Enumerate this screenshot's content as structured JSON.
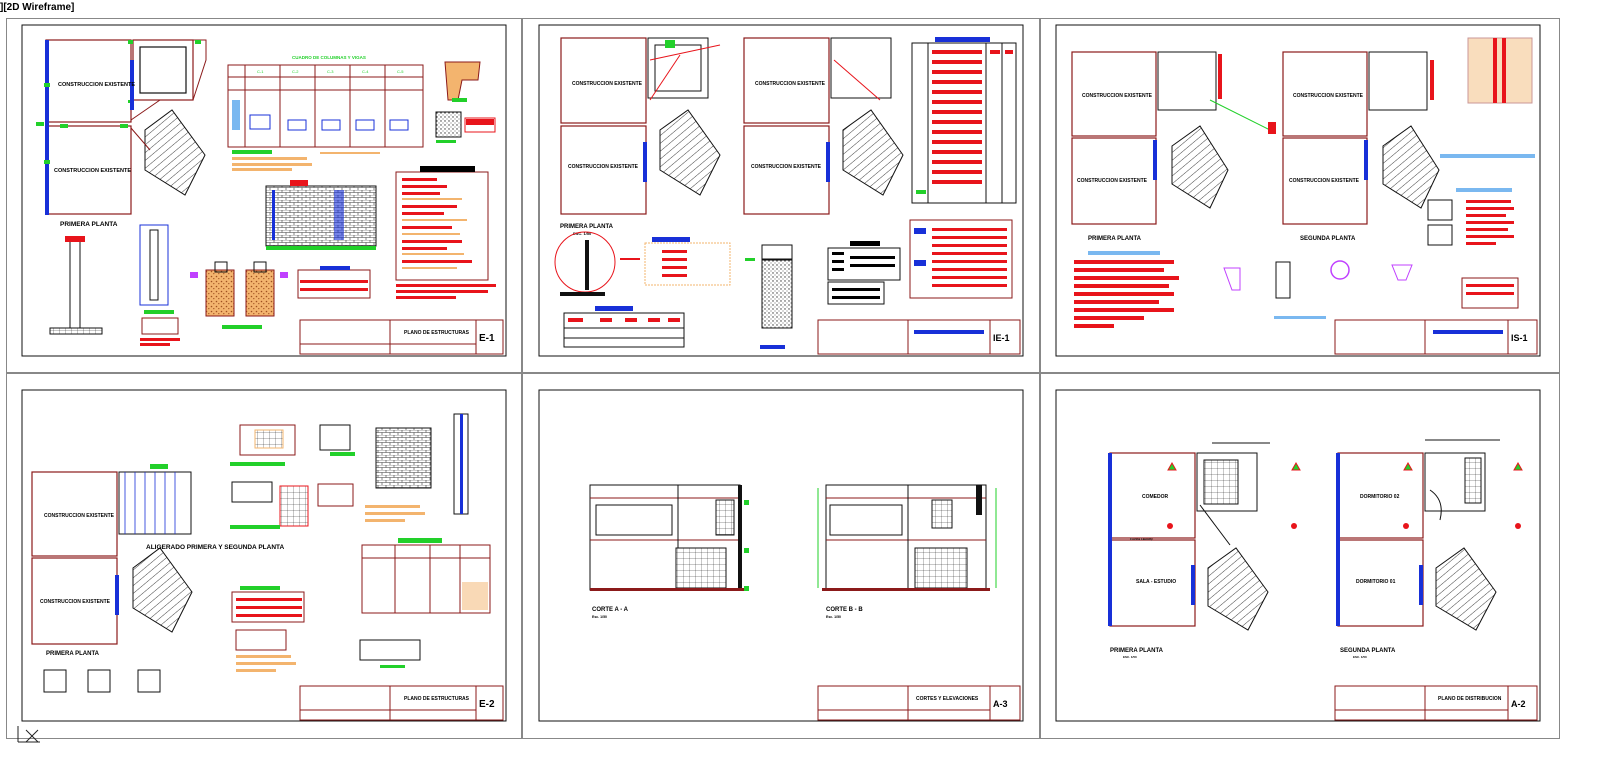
{
  "viewport": {
    "label": "][2D Wireframe]"
  },
  "colors": {
    "red": "#e8141b",
    "green": "#22d02a",
    "blue": "#1830d8",
    "lightblue": "#7ab8f0",
    "orange": "#f3b46e",
    "maroon": "#8b1a1a",
    "magenta": "#c040ff"
  },
  "sheets": {
    "e1": {
      "code": "E-1",
      "title": "PLANO DE ESTRUCTURAS",
      "labels": {
        "existing_top": "CONSTRUCCION EXISTENTE",
        "existing_bottom": "CONSTRUCCION EXISTENTE",
        "plan": "PRIMERA PLANTA",
        "table_title": "CUADRO DE COLUMNAS Y VIGAS"
      },
      "columns": [
        "C-1",
        "C-2",
        "C-3",
        "C-4",
        "C-5"
      ]
    },
    "ie1": {
      "code": "IE-1",
      "title": "",
      "labels": {
        "existing_top_1": "CONSTRUCCION EXISTENTE",
        "existing_bottom_1": "CONSTRUCCION EXISTENTE",
        "existing_top_2": "CONSTRUCCION EXISTENTE",
        "existing_bottom_2": "CONSTRUCCION EXISTENTE",
        "plan": "PRIMERA PLANTA",
        "scale": "ESC. 1/50"
      }
    },
    "is1": {
      "code": "IS-1",
      "title": "",
      "labels": {
        "existing_top_1": "CONSTRUCCION EXISTENTE",
        "existing_bottom_1": "CONSTRUCCION EXISTENTE",
        "existing_top_2": "CONSTRUCCION EXISTENTE",
        "existing_bottom_2": "CONSTRUCCION EXISTENTE",
        "plan1": "PRIMERA PLANTA",
        "plan2": "SEGUNDA PLANTA"
      }
    },
    "e2": {
      "code": "E-2",
      "title": "PLANO DE ESTRUCTURAS",
      "labels": {
        "existing_top": "CONSTRUCCION EXISTENTE",
        "existing_bottom": "CONSTRUCCION EXISTENTE",
        "aligerado": "ALIGERADO PRIMERA Y SEGUNDA PLANTA",
        "plan": "PRIMERA PLANTA"
      }
    },
    "a3": {
      "code": "A-3",
      "title": "CORTES Y ELEVACIONES",
      "labels": {
        "cut_a": "CORTE A - A",
        "cut_b": "CORTE B - B",
        "scale": "Esc. 1/50"
      }
    },
    "a2": {
      "code": "A-2",
      "title": "PLANO DE DISTRIBUCION",
      "labels": {
        "comedor": "COMEDOR",
        "sala": "SALA - ESTUDIO",
        "dorm2": "DORMITORIO 02",
        "dorm1": "DORMITORIO 01",
        "plan1": "PRIMERA PLANTA",
        "plan2": "SEGUNDA PLANTA",
        "scale": "ESC. 1/50",
        "cocina": "Cocina Laundry"
      }
    }
  }
}
